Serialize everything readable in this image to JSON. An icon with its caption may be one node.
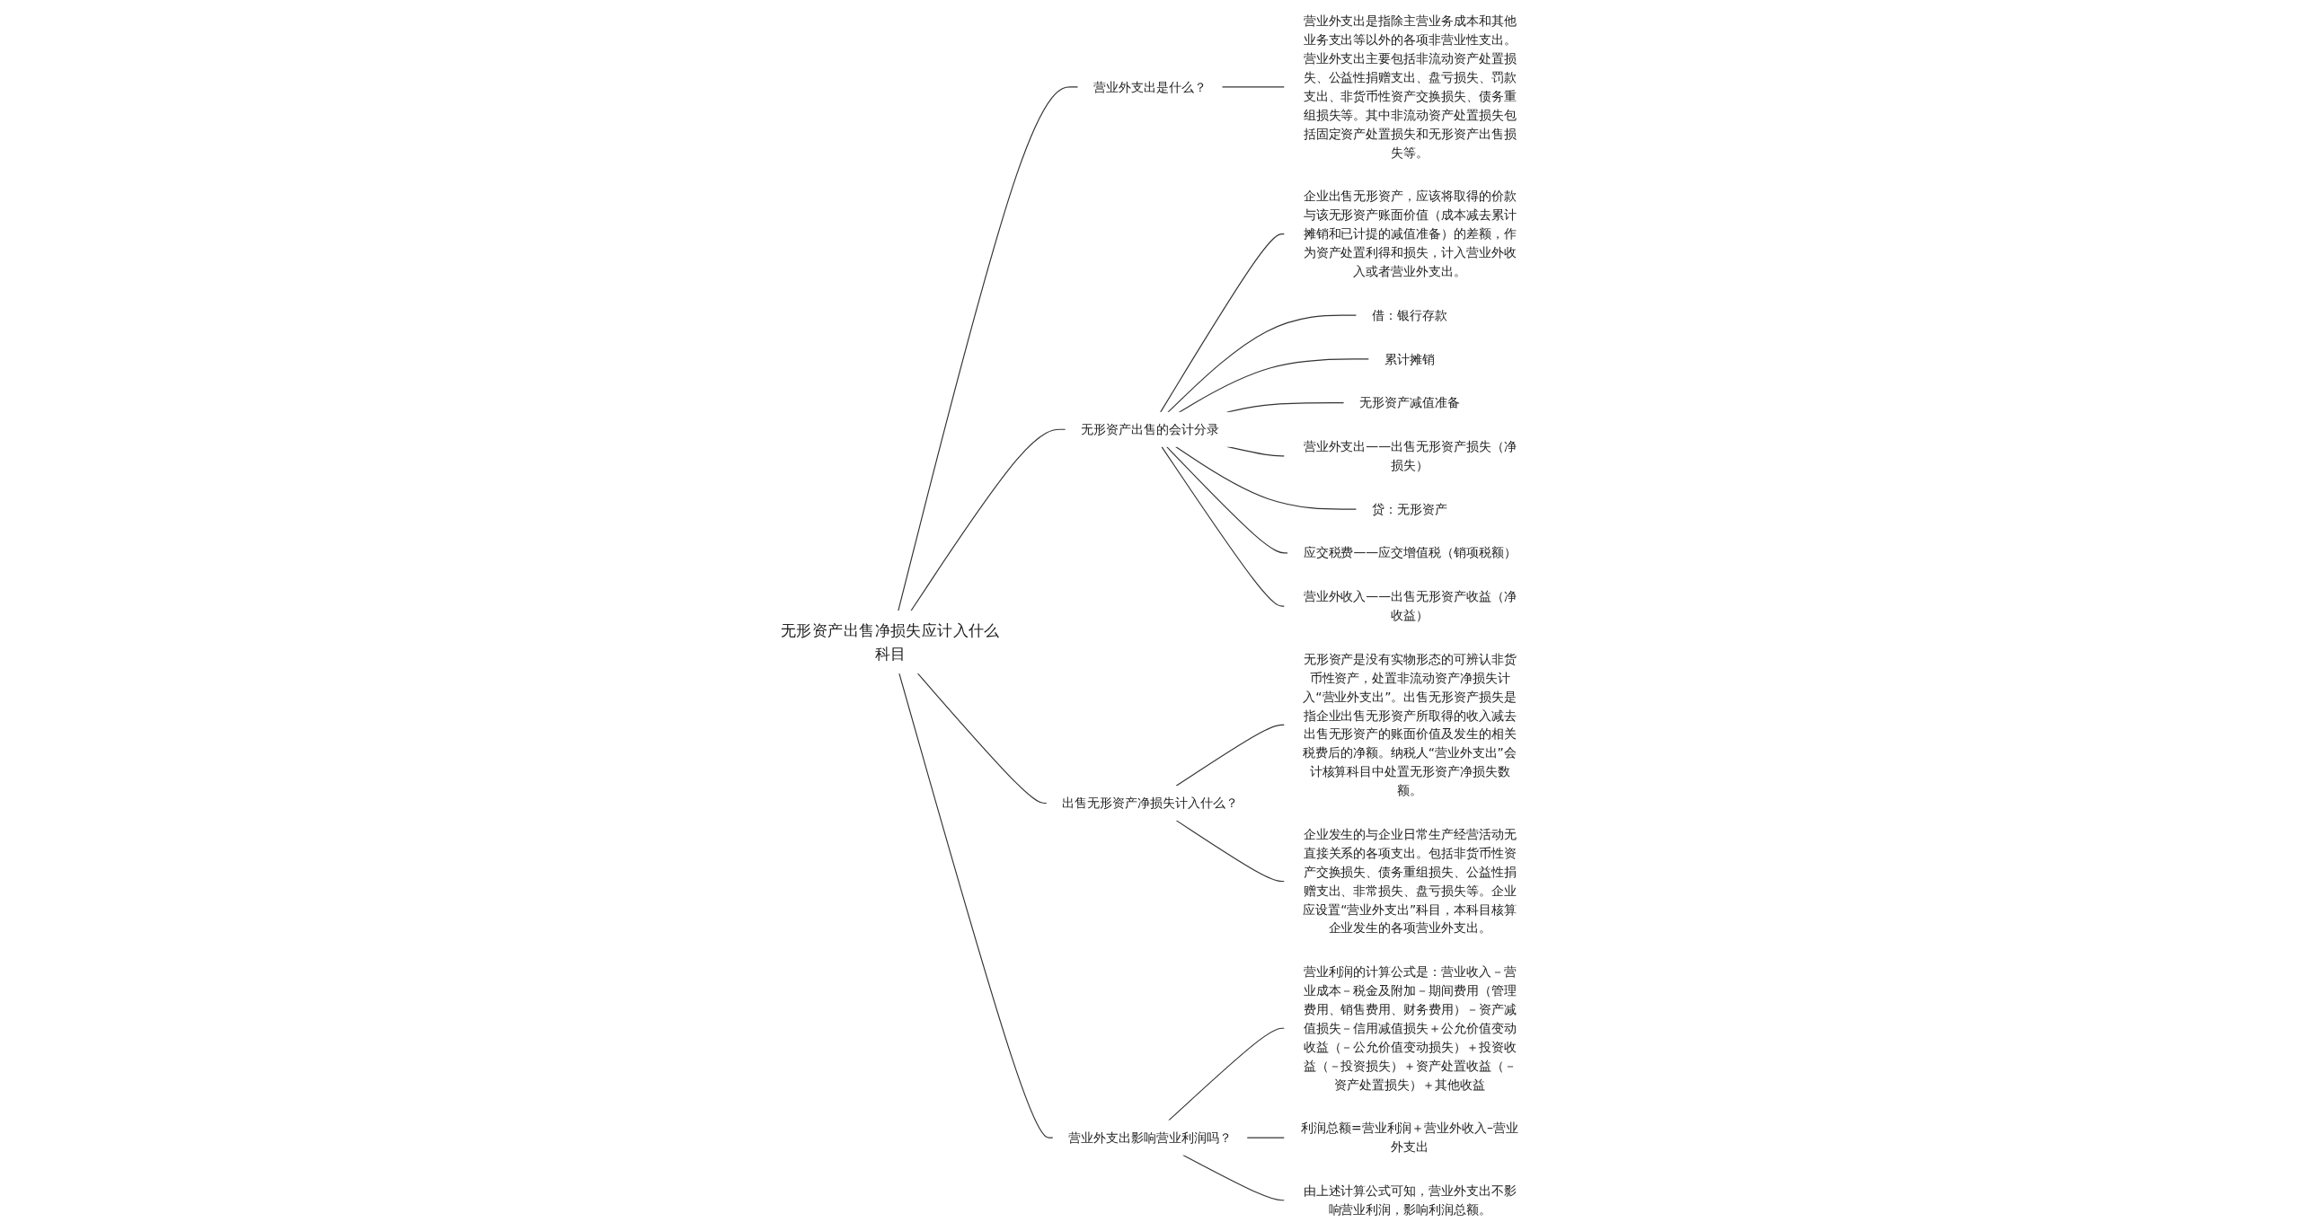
{
  "diagram": {
    "nodes": [
      {
        "text": [
          "无形资产出售净损失应计入什么科目"
        ]
      },
      {
        "text": [
          "营业外支出是什么？"
        ]
      },
      {
        "text": [
          "营业外支出是指除主营业务成本和其他业务支出等以外的各项非营业性支出。营业外支出主要包括非流动资产处置损失、公益性捐赠支出、盘亏损失、罚款支出、非货币性资产交换损失、债务重组损失等。其中非流动资产处置损失包括固定资产处置损失和无形资产出售损失等。"
        ]
      },
      {
        "text": [
          "无形资产出售的会计分录"
        ]
      },
      {
        "text": [
          "企业出售无形资产，应该将取得的价款与该无形资产账面价值（成本减去累计摊销和已计提的减值准备）的差额，作为资产处置利得和损失，计入营业外收入或者营业外支出。"
        ]
      },
      {
        "text": [
          "借：银行存款"
        ]
      },
      {
        "text": [
          "累计摊销"
        ]
      },
      {
        "text": [
          "无形资产减值准备"
        ]
      },
      {
        "text": [
          "营业外支出——出售无形资产损失（净损失）"
        ]
      },
      {
        "text": [
          "贷：无形资产"
        ]
      },
      {
        "text": [
          "应交税费——应交增值税（销项税额）"
        ]
      },
      {
        "text": [
          "营业外收入——出售无形资产收益（净收益）"
        ]
      },
      {
        "text": [
          "出售无形资产净损失计入什么？"
        ]
      },
      {
        "text": [
          "无形资产是没有实物形态的可辨认非货币性资产，处置非流动资产净损失计入“营业外支出”。出售无形资产损失是指企业出售无形资产所取得的收入减去出售无形资产的账面价值及发生的相关税费后的净额。纳税人“营业外支出”会计核算科目中处置无形资产净损失数额。"
        ]
      },
      {
        "text": [
          "企业发生的与企业日常生产经营活动无直接关系的各项支出。包括非货币性资产交换损失、债务重组损失、公益性捐赠支出、非常损失、盘亏损失等。企业应设置“营业外支出”科目，本科目核算企业发生的各项营业外支出。"
        ]
      },
      {
        "text": [
          "营业外支出影响营业利润吗？"
        ]
      },
      {
        "text": [
          "营业利润的计算公式是：营业收入－营业成本－税金及附加－期间费用（管理费用、销售费用、财务费用）－资产减值损失－信用减值损失＋公允价值变动收益（－公允价值变动损失）＋投资收益（－投资损失）＋资产处置收益（－资产处置损失）＋其他收益"
        ]
      },
      {
        "text": [
          "利润总额=营业利润＋营业外收入–营业外支出"
        ]
      },
      {
        "text": [
          "由上述计算公式可知，营业外支出不影响营业利润，影响利润总额。"
        ]
      }
    ],
    "edges": [
      {
        "from": 0,
        "to": 1,
        "arrow": "none"
      },
      {
        "from": 1,
        "to": 2,
        "arrow": "none"
      },
      {
        "from": 0,
        "to": 3,
        "arrow": "none"
      },
      {
        "from": 3,
        "to": 4,
        "arrow": "none"
      },
      {
        "from": 3,
        "to": 5,
        "arrow": "none"
      },
      {
        "from": 3,
        "to": 6,
        "arrow": "none"
      },
      {
        "from": 3,
        "to": 7,
        "arrow": "none"
      },
      {
        "from": 3,
        "to": 8,
        "arrow": "none"
      },
      {
        "from": 3,
        "to": 9,
        "arrow": "none"
      },
      {
        "from": 3,
        "to": 10,
        "arrow": "none"
      },
      {
        "from": 3,
        "to": 11,
        "arrow": "none"
      },
      {
        "from": 0,
        "to": 12,
        "arrow": "none"
      },
      {
        "from": 12,
        "to": 13,
        "arrow": "none"
      },
      {
        "from": 12,
        "to": 14,
        "arrow": "none"
      },
      {
        "from": 0,
        "to": 15,
        "arrow": "none"
      },
      {
        "from": 15,
        "to": 16,
        "arrow": "none"
      },
      {
        "from": 15,
        "to": 17,
        "arrow": "none"
      },
      {
        "from": 15,
        "to": 18,
        "arrow": "none"
      }
    ]
  }
}
